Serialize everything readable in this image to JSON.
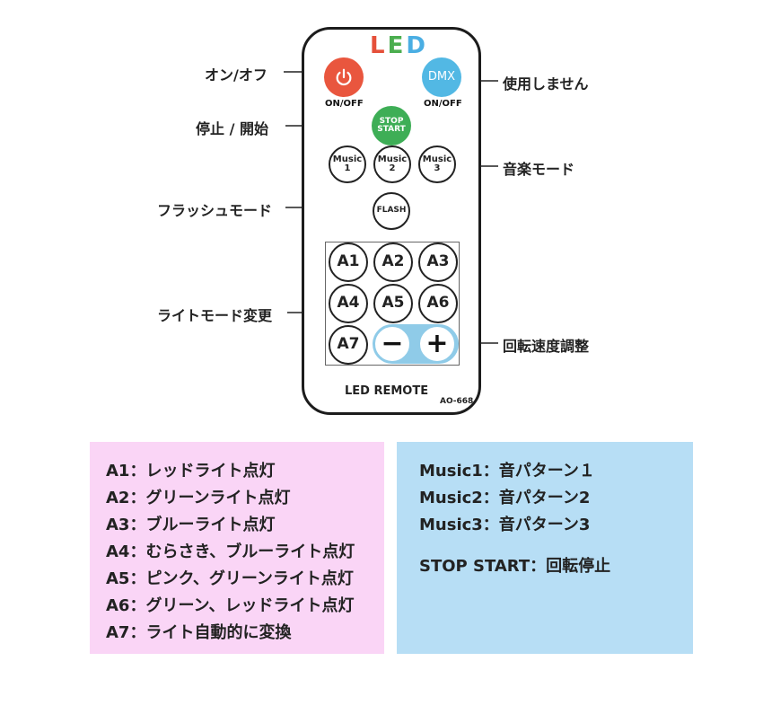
{
  "remote": {
    "title_letters": [
      "L",
      "E",
      "D"
    ],
    "title_colors": [
      "#e5503a",
      "#4bae4f",
      "#4aaee3"
    ],
    "on_off_left": "ON/OFF",
    "on_off_right": "ON/OFF",
    "dmx_label": "DMX",
    "stop_start": [
      "STOP",
      "START"
    ],
    "music_buttons": [
      {
        "line1": "Music",
        "line2": "1"
      },
      {
        "line1": "Music",
        "line2": "2"
      },
      {
        "line1": "Music",
        "line2": "3"
      }
    ],
    "flash_label": "FLASH",
    "mode_buttons": [
      "A1",
      "A2",
      "A3",
      "A4",
      "A5",
      "A6",
      "A7"
    ],
    "minus": "−",
    "plus": "+",
    "led_remote_label": "LED REMOTE",
    "model": "AO-668"
  },
  "callouts": {
    "on_off": "オン/オフ",
    "dmx_unused": "使用しません",
    "stop_start": "停止 / 開始",
    "music_mode": "音楽モード",
    "flash_mode": "フラッシュモード",
    "light_mode": "ライトモード変更",
    "speed": "回転速度調整"
  },
  "legend_left": [
    "A1：レッドライト点灯",
    "A2：グリーンライト点灯",
    "A3：ブルーライト点灯",
    "A4：むらさき、ブルーライト点灯",
    "A5：ピンク、グリーンライト点灯",
    "A6：グリーン、レッドライト点灯",
    "A7：ライト自動的に変換"
  ],
  "legend_right": [
    "Music1：音パターン１",
    "Music2：音パターン2",
    "Music3：音パターン3",
    "STOP START：回転停止"
  ],
  "colors": {
    "power": "#e9563e",
    "dmx": "#52b8e4",
    "stop_start": "#3eae56",
    "pink_box": "#fad5f6",
    "blue_box": "#b7def5"
  }
}
